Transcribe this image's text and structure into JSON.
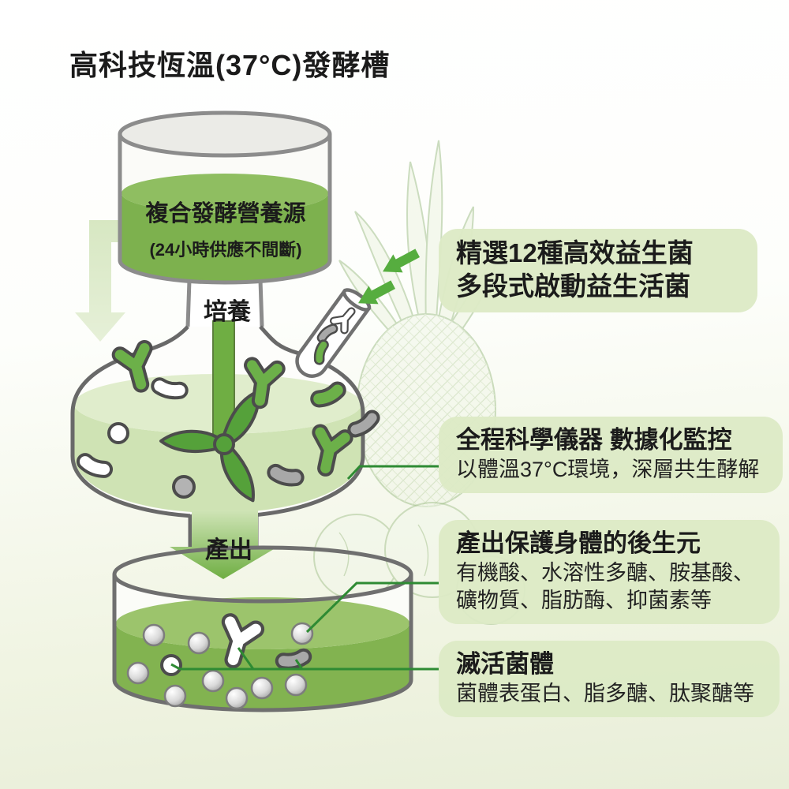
{
  "title": "高科技恆溫(37°C)發酵槽",
  "top_tank": {
    "label": "複合發酵營養源",
    "sublabel": "(24小時供應不間斷)"
  },
  "process": {
    "culture_label": "培養",
    "output_label": "產出"
  },
  "callouts": {
    "probiotics": {
      "line1": "精選12種高效益生菌",
      "line2": "多段式啟動益生活菌"
    },
    "monitoring": {
      "title": "全程科學儀器 數據化監控",
      "subtitle": "以體溫37°C環境，深層共生酵解"
    },
    "postbiotics": {
      "title": "產出保護身體的後生元",
      "line1": "有機酸、水溶性多醣、胺基酸、",
      "line2": "礦物質、脂肪酶、抑菌素等"
    },
    "inactivated": {
      "title": "滅活菌體",
      "subtitle": "菌體表蛋白、脂多醣、肽聚醣等"
    }
  },
  "icons": {
    "top_tank": "nutrient-tank-icon",
    "middle_tank": "fermentation-tank-icon",
    "bottom_tank": "output-tank-icon",
    "stirrer": "propeller-stirrer-icon",
    "test_tube": "test-tube-icon",
    "bacteria": "probiotic-bacteria-icons",
    "pineapple": "pineapple-sketch-illustration",
    "fruits": "fruit-sketch-illustration"
  },
  "colors": {
    "accent_green": "#6cb049",
    "liquid_green_dark": "#7db14e",
    "liquid_green_surface": "#8fbe61",
    "liquid_pale": "#d5e6ba",
    "callout_bg": "#dceac5",
    "callout_line": "#2e8b33",
    "tank_outline": "#696969",
    "pale_arrow": "#d7e7c2",
    "sphere_gray": "#b9b9b9",
    "text": "#1b1b1b"
  }
}
